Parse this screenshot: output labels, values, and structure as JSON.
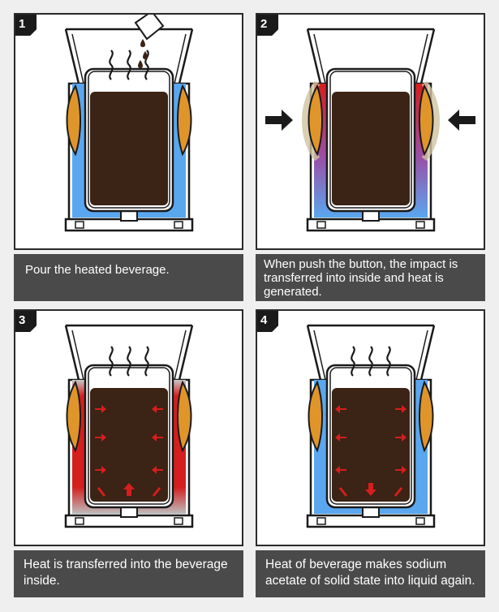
{
  "colors": {
    "blue": "#5aa7ef",
    "red": "#d51e1e",
    "orange": "#e0952b",
    "coffee": "#3b2315",
    "caption_bg": "#4a4a4a",
    "outline": "#1a1a1a"
  },
  "panels": [
    {
      "number": "1",
      "caption": "Pour the heated beverage."
    },
    {
      "number": "2",
      "caption": "When push the button, the impact is transferred into inside and heat is generated."
    },
    {
      "number": "3",
      "caption": "Heat is transferred into the beverage inside."
    },
    {
      "number": "4",
      "caption": "Heat of beverage makes sodium acetate of solid state into liquid again."
    }
  ],
  "icons": {
    "drops": "coffee-drop-icon",
    "steam": "steam-icon",
    "push": "arrow-right-icon",
    "heat": "heat-arrow-icon"
  }
}
